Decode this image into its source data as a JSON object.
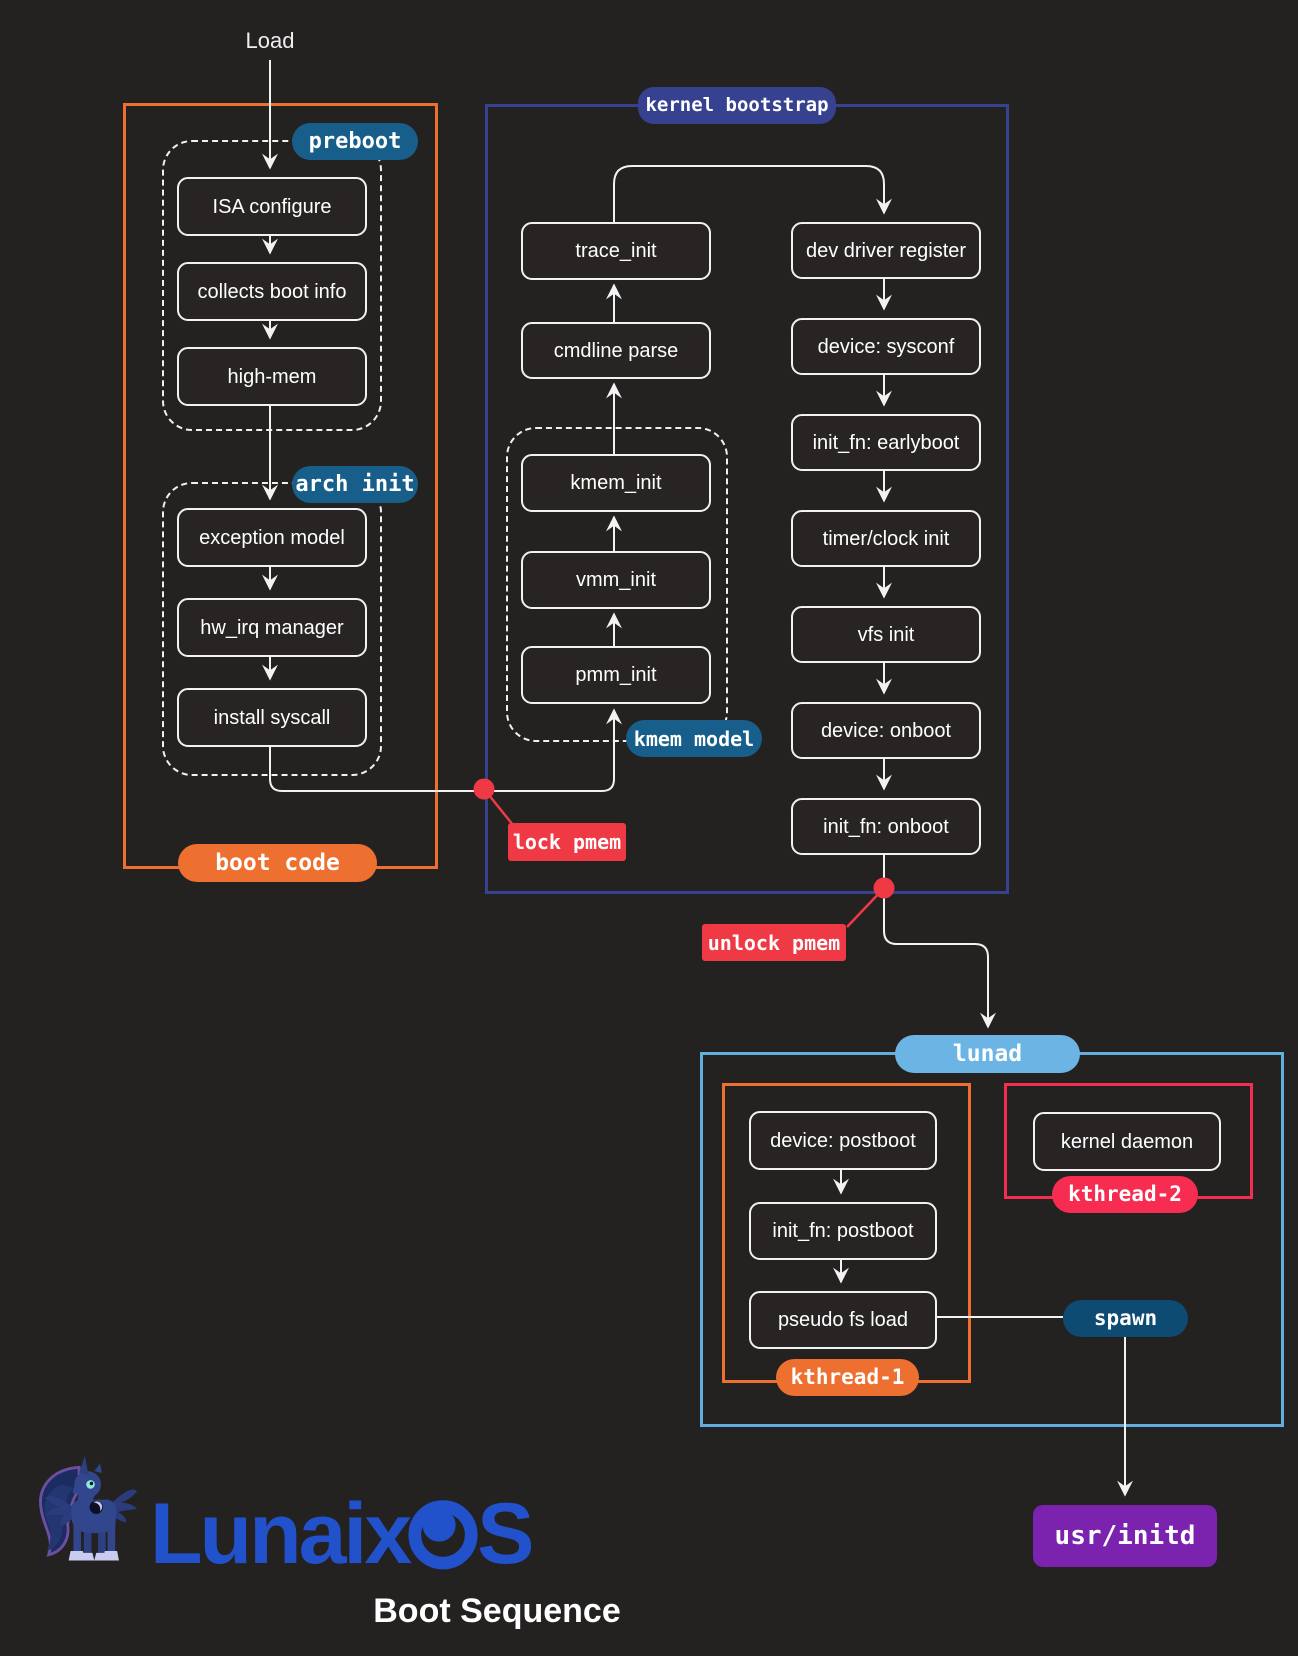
{
  "colors": {
    "background": "#242121",
    "orange": "#EE7030",
    "navy": "#364190",
    "steel_blue": "#175F8A",
    "light_blue_border": "#62AEDE",
    "light_blue_pill": "#6CB4E4",
    "crimson": "#F62C50",
    "red": "#EF3A45",
    "spawn_navy": "#0E4B72",
    "purple": "#7B23AF",
    "logo_blue": "#2152CC",
    "line": "#F2F2F2"
  },
  "load_label": "Load",
  "boot_code": {
    "label": "boot code",
    "preboot": {
      "label": "preboot",
      "nodes": [
        {
          "label": "ISA configure"
        },
        {
          "label": "collects boot info"
        },
        {
          "label": "high-mem"
        }
      ]
    },
    "arch_init": {
      "label": "arch init",
      "nodes": [
        {
          "label": "exception model"
        },
        {
          "label": "hw_irq manager"
        },
        {
          "label": "install syscall"
        }
      ]
    }
  },
  "kernel_bootstrap": {
    "label": "kernel bootstrap",
    "trace_chain": [
      {
        "label": "trace_init"
      },
      {
        "label": "cmdline parse"
      }
    ],
    "kmem_model": {
      "label": "kmem model",
      "nodes": [
        {
          "label": "kmem_init"
        },
        {
          "label": "vmm_init"
        },
        {
          "label": "pmm_init"
        }
      ]
    },
    "device_chain": [
      {
        "label": "dev driver register"
      },
      {
        "label": "device: sysconf"
      },
      {
        "label": "init_fn: earlyboot"
      },
      {
        "label": "timer/clock init"
      },
      {
        "label": "vfs init"
      },
      {
        "label": "device: onboot"
      },
      {
        "label": "init_fn: onboot"
      }
    ]
  },
  "annotations": {
    "lock_pmem": "lock pmem",
    "unlock_pmem": "unlock pmem",
    "spawn": "spawn"
  },
  "lunad": {
    "label": "lunad",
    "kthread1": {
      "label": "kthread-1",
      "nodes": [
        {
          "label": "device: postboot"
        },
        {
          "label": "init_fn: postboot"
        },
        {
          "label": "pseudo fs load"
        }
      ]
    },
    "kthread2": {
      "label": "kthread-2",
      "nodes": [
        {
          "label": "kernel daemon"
        }
      ]
    }
  },
  "usr_initd": {
    "label": "usr/initd"
  },
  "footer": {
    "brand_prefix": "Lunaix",
    "brand_suffix": "S",
    "caption": "Boot Sequence"
  }
}
